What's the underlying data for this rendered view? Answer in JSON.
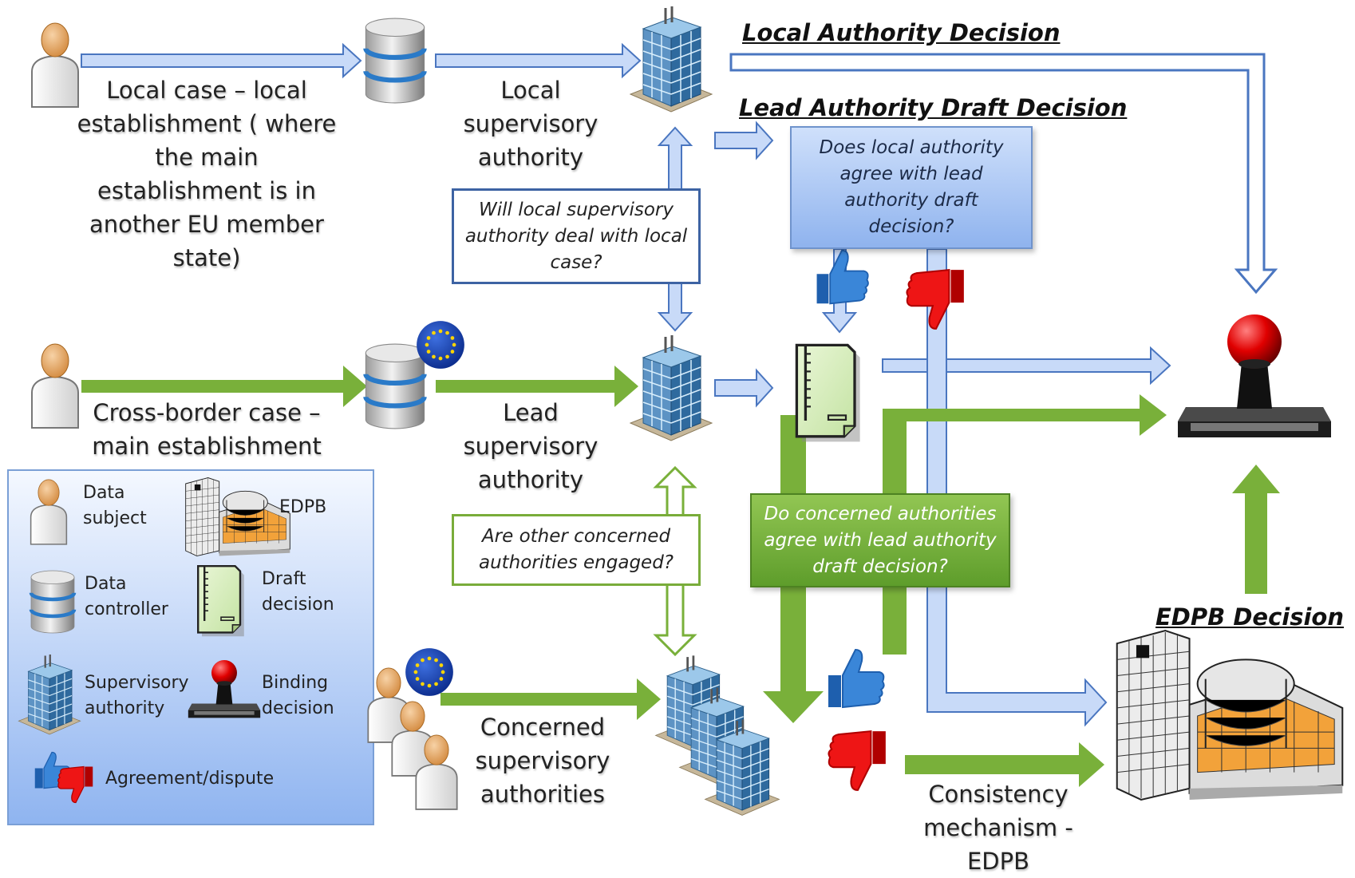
{
  "headings": {
    "local_authority_decision": "Local Authority Decision",
    "lead_authority_draft_decision": "Lead Authority Draft Decision",
    "edpb_decision": "EDPB Decision"
  },
  "labels": {
    "local_case": "Local case – local establishment ( where the  main establishment is in another EU member state)",
    "local_supervisory_authority": "Local supervisory authority",
    "cross_border_case": "Cross-border case – main establishment",
    "lead_supervisory_authority": "Lead supervisory authority",
    "concerned_supervisory_authorities": "Concerned supervisory authorities",
    "consistency_mechanism": "Consistency mechanism - EDPB"
  },
  "questions": {
    "local_deal": "Will local supervisory authority deal with local case?",
    "local_agree": "Does local authority agree with lead authority draft decision?",
    "other_engaged": "Are other concerned authorities engaged?",
    "concerned_agree": "Do concerned authorities agree with lead authority draft decision?"
  },
  "legend": {
    "data_subject": "Data subject",
    "edpb": "EDPB",
    "data_controller": "Data controller",
    "draft_decision": "Draft decision",
    "supervisory_authority": "Supervisory authority",
    "binding_decision": "Binding decision",
    "agreement_dispute": "Agreement/dispute"
  },
  "colors": {
    "blue_flow": "#c8daf8",
    "blue_outline": "#4a76c0",
    "green_flow": "#79b03a",
    "thumb_up": "#2e74c8",
    "thumb_down": "#e01010"
  },
  "icons": [
    "person-icon",
    "database-icon",
    "eu-globe-icon",
    "building-icon",
    "draft-document-icon",
    "thumbs-up-icon",
    "thumbs-down-icon",
    "stamp-icon",
    "edpb-building-icon"
  ]
}
